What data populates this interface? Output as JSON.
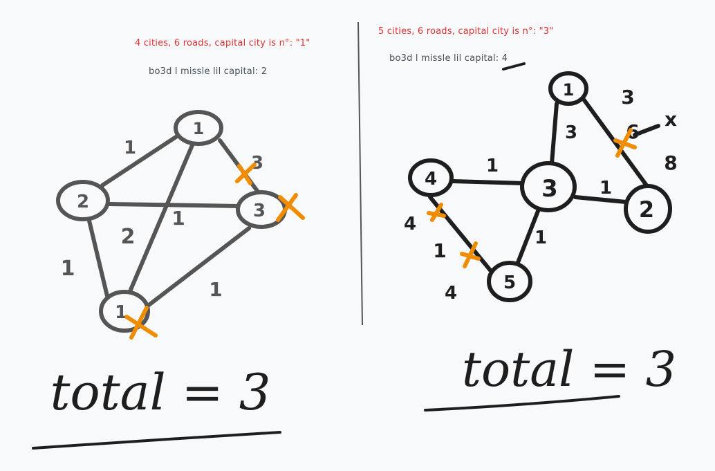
{
  "left": {
    "title": "4 cities, 6 roads, capital city is n°: \"1\"",
    "subtitle": "bo3d l missle lil capital: 2",
    "nodes": [
      {
        "id": "n1",
        "label": "1"
      },
      {
        "id": "n2",
        "label": "2"
      },
      {
        "id": "n3",
        "label": "3"
      },
      {
        "id": "n4",
        "label": "1"
      }
    ],
    "edge_labels": [
      "1",
      "3",
      "1",
      "2",
      "1",
      "1"
    ],
    "total": "total = 3",
    "colors": {
      "ink": "#555555",
      "cross": "#f08c00"
    }
  },
  "right": {
    "title": "5 cities, 6 roads, capital city is n°: \"3\"",
    "subtitle": "bo3d l missle lil capital: 4",
    "nodes": [
      {
        "id": "n1",
        "label": "1"
      },
      {
        "id": "n2",
        "label": "2"
      },
      {
        "id": "n3",
        "label": "3"
      },
      {
        "id": "n4",
        "label": "4"
      },
      {
        "id": "n5",
        "label": "5"
      }
    ],
    "edge_labels": [
      "1",
      "3",
      "1",
      "1",
      "1",
      "8"
    ],
    "extra_labels": [
      "3",
      "6",
      "x",
      "4",
      "4"
    ],
    "total": "total = 3",
    "colors": {
      "ink": "#1e1e1e",
      "cross": "#f08c00"
    }
  },
  "divider_color": "#555555"
}
